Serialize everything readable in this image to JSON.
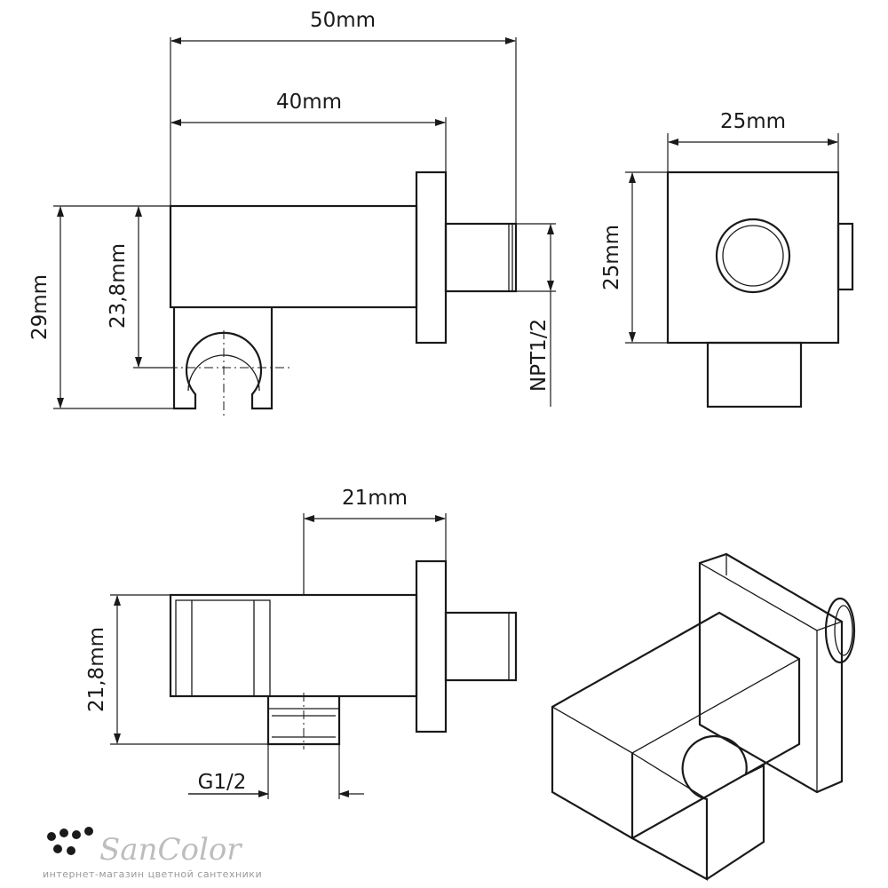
{
  "dimensions": {
    "front": {
      "overall_length": "50mm",
      "body_length": "40mm",
      "overall_height": "29mm",
      "body_height": "23,8mm",
      "thread": "NPT1/2"
    },
    "side": {
      "width": "25mm",
      "height": "25mm"
    },
    "top": {
      "flange_offset": "21mm",
      "body_depth": "21,8mm",
      "outlet_thread": "G1/2"
    }
  },
  "brand": {
    "name": "SanColor",
    "tagline": "интернет-магазин цветной сантехники",
    "dot_colors": [
      "#f4a6b8",
      "#b9a6e8",
      "#9fd0f0",
      "#f6d98a",
      "#a8e0a8",
      "#f2b68a"
    ]
  }
}
